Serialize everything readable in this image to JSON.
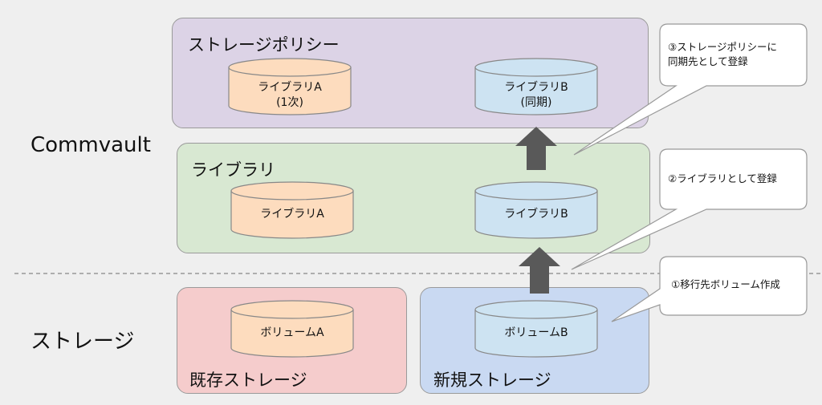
{
  "side_labels": {
    "commvault": "Commvault",
    "storage": "ストレージ"
  },
  "policy_box": {
    "title": "ストレージポリシー",
    "cyl_a_l1": "ライブラリA",
    "cyl_a_l2": "(1次)",
    "cyl_b_l1": "ライブラリB",
    "cyl_b_l2": "(同期)"
  },
  "library_box": {
    "title": "ライブラリ",
    "cyl_a": "ライブラリA",
    "cyl_b": "ライブラリB"
  },
  "existing_box": {
    "title": "既存ストレージ",
    "cyl": "ボリュームA"
  },
  "new_box": {
    "title": "新規ストレージ",
    "cyl": "ボリュームB"
  },
  "callouts": {
    "c3_l1": "③ストレージポリシーに",
    "c3_l2": "同期先として登録",
    "c2": "②ライブラリとして登録",
    "c1": "①移行先ボリューム作成"
  },
  "colors": {
    "policy_bg": "#dcd3e6",
    "library_bg": "#d8e8d2",
    "existing_bg": "#f5cccc",
    "new_bg": "#c9d9f2",
    "orange_cyl": "#fddcbe",
    "blue_cyl": "#cde3f2",
    "arrow": "#595959"
  }
}
